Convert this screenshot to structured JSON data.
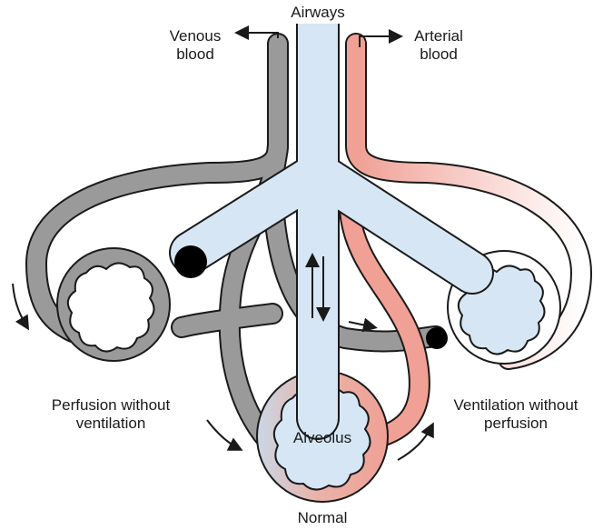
{
  "labels": {
    "airways": "Airways",
    "venous_line1": "Venous",
    "venous_line2": "blood",
    "arterial_line1": "Arterial",
    "arterial_line2": "blood",
    "perfusion_line1": "Perfusion without",
    "perfusion_line2": "ventilation",
    "ventilation_line1": "Ventilation without",
    "ventilation_line2": "perfusion",
    "alveolus": "Alveolus",
    "normal": "Normal"
  },
  "colors": {
    "airway_fill": "#d6e6f4",
    "venous_gray": "#9a9a9a",
    "arterial_red": "#f0a095",
    "outline": "#1a1a1a",
    "obstruction": "#000000"
  }
}
